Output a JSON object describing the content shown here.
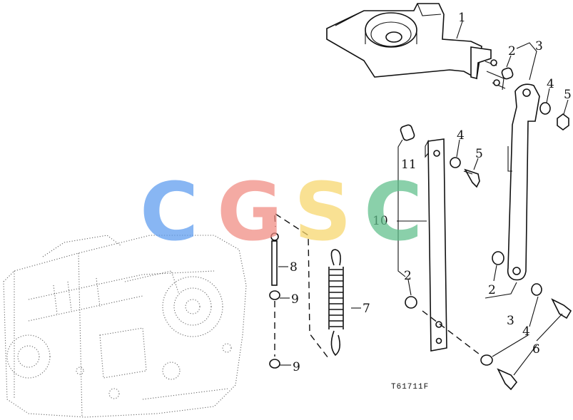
{
  "callouts": [
    "1",
    "2",
    "3",
    "4",
    "5",
    "6",
    "7",
    "8",
    "9",
    "10",
    "11"
  ],
  "figure_code": "T61711F",
  "watermark": {
    "letters": [
      "C",
      "G",
      "S",
      "C"
    ],
    "colors": [
      "#5B9BEF",
      "#F08A80",
      "#F7D66A",
      "#5EBE8A"
    ]
  }
}
